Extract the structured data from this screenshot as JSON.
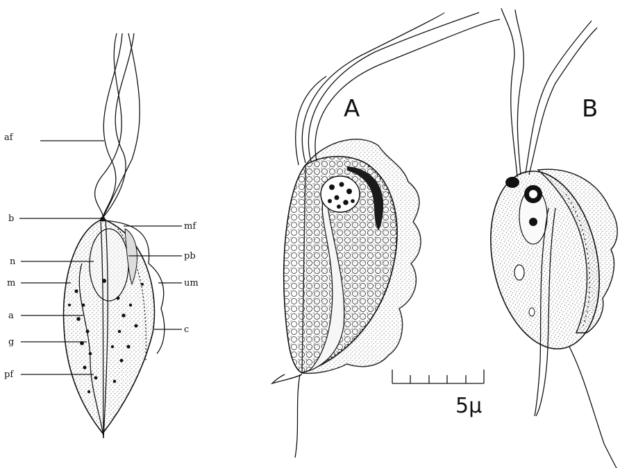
{
  "figure": {
    "labels": {
      "af": "af",
      "b": "b",
      "mf": "mf",
      "n": "n",
      "pb": "pb",
      "m": "m",
      "um": "um",
      "a": "a",
      "g": "g",
      "c": "c",
      "pf": "pf"
    },
    "panel_a": "A",
    "panel_b": "B",
    "scale_label": "5µ"
  },
  "colors": {
    "ink": "#111111",
    "background": "#ffffff"
  }
}
